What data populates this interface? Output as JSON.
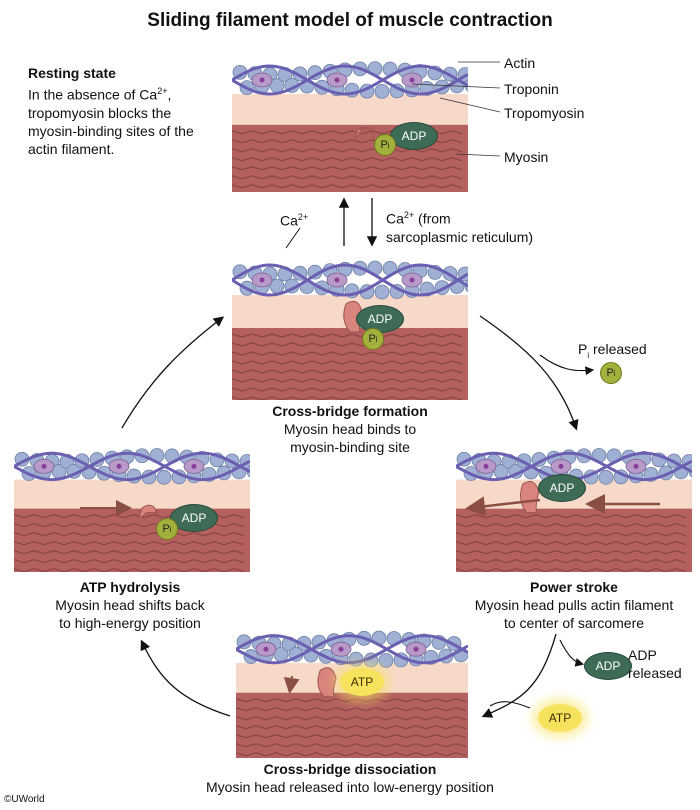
{
  "title": "Sliding filament model of muscle contraction",
  "resting": {
    "heading": "Resting state",
    "desc_line1": "In the absence of Ca",
    "desc_sup": "2+",
    "desc_line1_tail": ",",
    "desc_line2": "tropomyosin blocks the",
    "desc_line3": "myosin-binding sites of the",
    "desc_line4": "actin filament."
  },
  "labels": {
    "actin": "Actin",
    "troponin": "Troponin",
    "tropomyosin": "Tropomyosin",
    "myosin": "Myosin"
  },
  "calcium": {
    "left_base": "Ca",
    "left_sup": "2+",
    "right_base": "Ca",
    "right_sup": "2+",
    "right_tail": " (from",
    "right_line2": "sarcoplasmic reticulum)"
  },
  "cross_bridge_formation": {
    "heading": "Cross-bridge formation",
    "line1": "Myosin head binds to",
    "line2": "myosin-binding site"
  },
  "pi_released": {
    "base": "P",
    "sub": "i",
    "tail": " released"
  },
  "power_stroke": {
    "heading": "Power stroke",
    "line1": "Myosin head pulls actin filament",
    "line2": "to center of sarcomere"
  },
  "adp_released": {
    "badge": "ADP",
    "line1": "ADP",
    "line2": "released"
  },
  "atp_hydrolysis": {
    "heading": "ATP hydrolysis",
    "line1": "Myosin head shifts back",
    "line2": "to high-energy position"
  },
  "cross_bridge_dissociation": {
    "heading": "Cross-bridge dissociation",
    "line1": "Myosin head released into low-energy position"
  },
  "badges": {
    "adp": "ADP",
    "pi_base": "P",
    "pi_sub": "i",
    "atp": "ATP"
  },
  "copyright": "©UWorld",
  "colors": {
    "actin_bead": "#9fb0d4",
    "tropomyosin": "#6a5fb0",
    "troponin": "#b89ac8",
    "myosin": "#b4605f",
    "myosin_head": "#d9857e",
    "background_band": "#f6d9c9"
  }
}
